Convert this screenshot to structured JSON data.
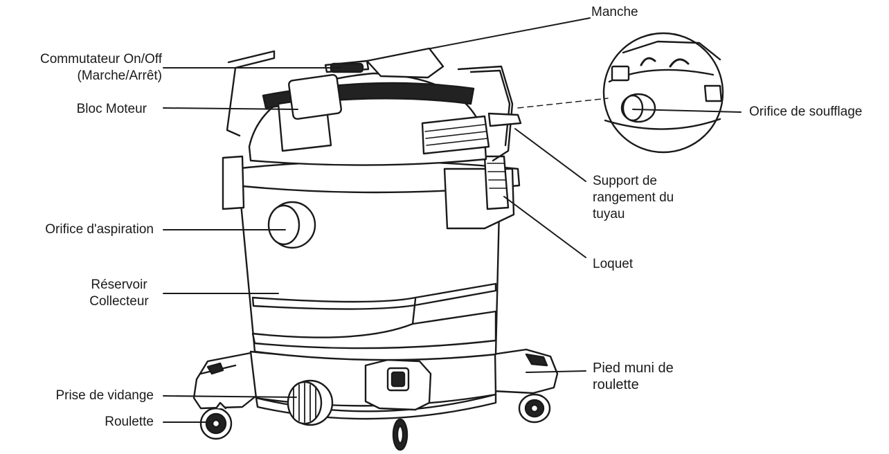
{
  "labels": {
    "manche": "Manche",
    "switch": "Commutateur On/Off\n(Marche/Arrêt)",
    "motor": "Bloc Moteur",
    "blower": "Orifice de soufflage",
    "hose_support": "Support de\nrangement du\ntuyau",
    "intake": "Orifice d'aspiration",
    "latch": "Loquet",
    "tank": "Réservoir\nCollecteur",
    "foot": "Pied muni de\nroulette",
    "drain": "Prise de vidange",
    "caster": "Roulette"
  },
  "colors": {
    "line": "#1a1a1a",
    "body_fill": "#ffffff",
    "dark_fill": "#222222"
  }
}
